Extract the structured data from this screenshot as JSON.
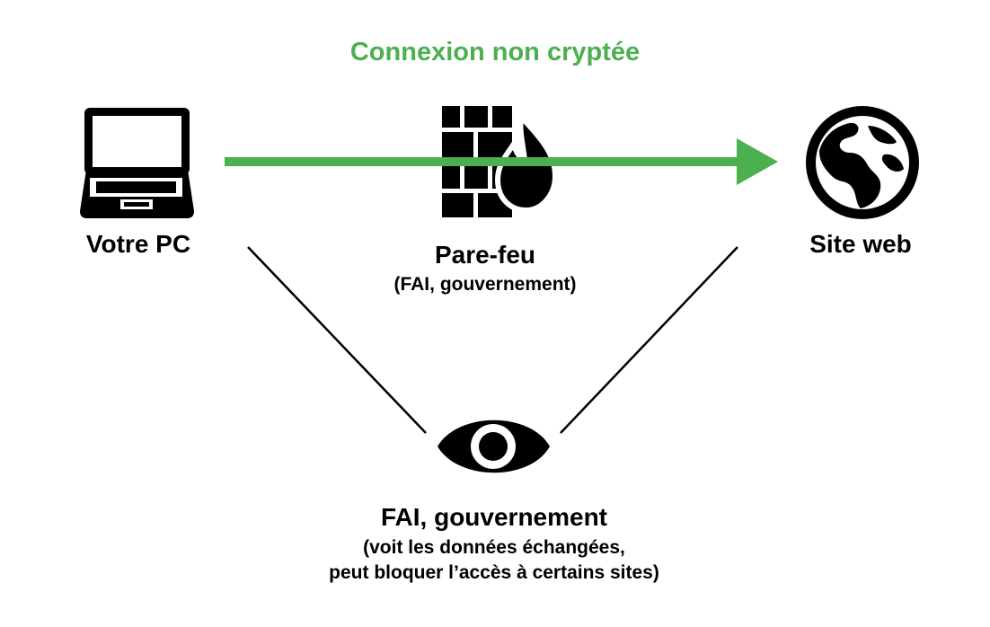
{
  "title": "Connexion non cryptée",
  "colors": {
    "accent": "#4caf50",
    "ink": "#000000",
    "background": "#ffffff"
  },
  "nodes": {
    "pc": {
      "label": "Votre PC",
      "icon": "laptop-icon"
    },
    "firewall": {
      "label": "Pare-feu",
      "sublabel": "(FAI, gouvernement)",
      "icon": "firewall-icon"
    },
    "website": {
      "label": "Site web",
      "icon": "globe-icon"
    },
    "observer": {
      "label": "FAI, gouvernement",
      "sublabel_line1": "(voit les données échangées,",
      "sublabel_line2": "peut bloquer l’accès à certains sites)",
      "icon": "eye-icon"
    }
  },
  "edges": [
    {
      "from": "pc",
      "to": "website",
      "style": "green-arrow"
    },
    {
      "from": "pc",
      "to": "observer",
      "style": "black-line"
    },
    {
      "from": "website",
      "to": "observer",
      "style": "black-line"
    }
  ]
}
